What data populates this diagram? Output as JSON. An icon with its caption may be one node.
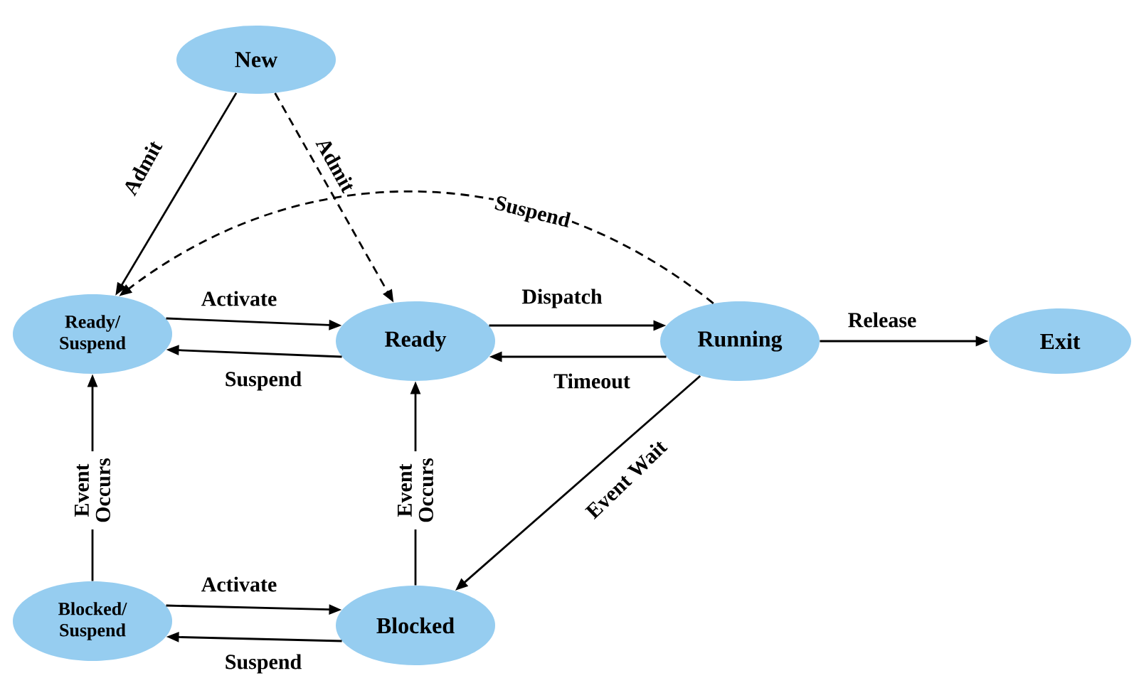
{
  "diagram": {
    "nodes": [
      {
        "text": [
          "New"
        ]
      },
      {
        "text": [
          "Ready/ Suspend"
        ]
      },
      {
        "text": [
          "Ready"
        ]
      },
      {
        "text": [
          "Running"
        ]
      },
      {
        "text": [
          "Exit"
        ]
      },
      {
        "text": [
          "Blocked/ Suspend"
        ]
      },
      {
        "text": [
          "Blocked"
        ]
      }
    ],
    "edges": [
      {
        "from": 0,
        "to": 1,
        "arrow": "to",
        "label": "Admit"
      },
      {
        "from": 0,
        "to": 2,
        "arrow": "to",
        "label": "Admit",
        "style": "dashed"
      },
      {
        "from": 3,
        "to": 1,
        "arrow": "to",
        "label": "Suspend",
        "style": "dashed"
      },
      {
        "from": 1,
        "to": 2,
        "arrow": "to",
        "label": "Activate"
      },
      {
        "from": 2,
        "to": 1,
        "arrow": "to",
        "label": "Suspend"
      },
      {
        "from": 2,
        "to": 3,
        "arrow": "to",
        "label": "Dispatch"
      },
      {
        "from": 3,
        "to": 2,
        "arrow": "to",
        "label": "Timeout"
      },
      {
        "from": 3,
        "to": 4,
        "arrow": "to",
        "label": "Release"
      },
      {
        "from": 5,
        "to": 1,
        "arrow": "to",
        "label": "Event Occurs"
      },
      {
        "from": 6,
        "to": 2,
        "arrow": "to",
        "label": "Event Occurs"
      },
      {
        "from": 3,
        "to": 6,
        "arrow": "to",
        "label": "Event Wait"
      },
      {
        "from": 5,
        "to": 6,
        "arrow": "to",
        "label": "Activate"
      },
      {
        "from": 6,
        "to": 5,
        "arrow": "to",
        "label": "Suspend"
      }
    ]
  }
}
